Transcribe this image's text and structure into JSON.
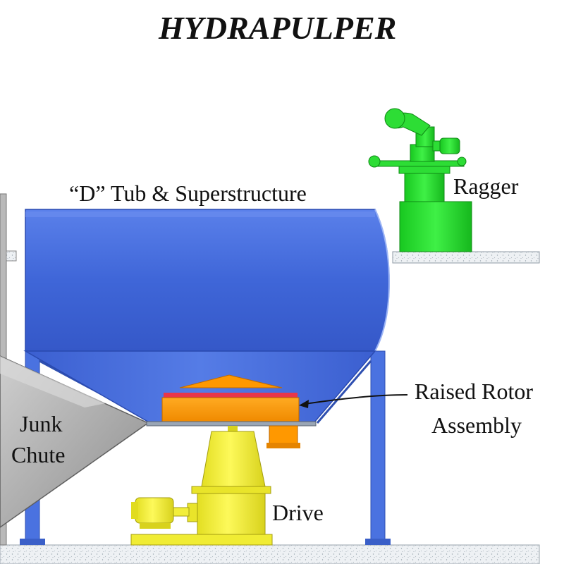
{
  "title": "HYDRAPULPER",
  "labels": {
    "tub": "“D” Tub & Superstructure",
    "ragger": "Ragger",
    "rotor_line1": "Raised Rotor",
    "rotor_line2": "Assembly",
    "junk_line1": "Junk",
    "junk_line2": "Chute",
    "drive": "Drive"
  },
  "colors": {
    "tub": "#4a72e0",
    "rotor": "#ff9800",
    "rotor_band": "#e8364a",
    "drive": "#f7f236",
    "ragger": "#22e02a",
    "chute": "#a8a8a8",
    "floor": "#e8ecef"
  }
}
